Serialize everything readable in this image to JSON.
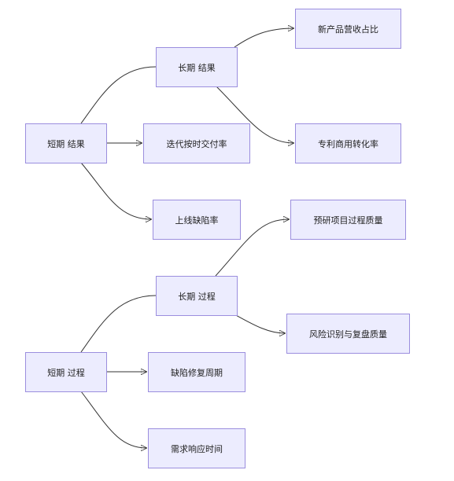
{
  "nodes": {
    "short_result": "短期 结果",
    "long_result": "长期 结果",
    "iteration_delivery": "迭代按时交付率",
    "online_defect": "上线缺陷率",
    "new_product_revenue": "新产品营收占比",
    "patent_conversion": "专利商用转化率",
    "short_process": "短期 过程",
    "long_process": "长期 过程",
    "defect_repair": "缺陷修复周期",
    "demand_response": "需求响应时间",
    "preresearch_quality": "预研项目过程质量",
    "risk_review_quality": "风险识别与复盘质量"
  },
  "edges": [
    {
      "from": "short_result",
      "to": "long_result"
    },
    {
      "from": "short_result",
      "to": "iteration_delivery"
    },
    {
      "from": "short_result",
      "to": "online_defect"
    },
    {
      "from": "long_result",
      "to": "new_product_revenue"
    },
    {
      "from": "long_result",
      "to": "patent_conversion"
    },
    {
      "from": "short_process",
      "to": "long_process"
    },
    {
      "from": "short_process",
      "to": "defect_repair"
    },
    {
      "from": "short_process",
      "to": "demand_response"
    },
    {
      "from": "long_process",
      "to": "preresearch_quality"
    },
    {
      "from": "long_process",
      "to": "risk_review_quality"
    }
  ],
  "colors": {
    "node_fill": "#ececfe",
    "node_border": "#9b8ede",
    "edge": "#333333",
    "text": "#222222"
  }
}
